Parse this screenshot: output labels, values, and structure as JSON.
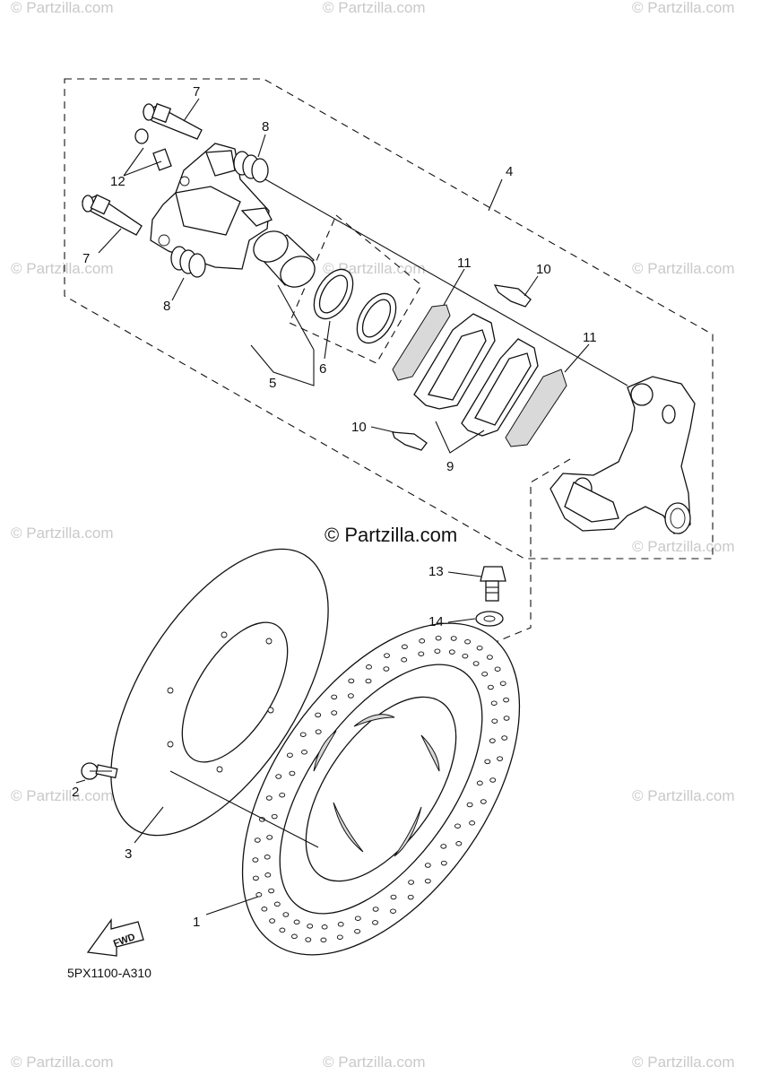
{
  "watermark_text": "© Partzilla.com",
  "brand_text": "© Partzilla.com",
  "diagram_code": "5PX1100-A310",
  "fwd_label": "FWD",
  "callouts": {
    "c1": "1",
    "c2": "2",
    "c3": "3",
    "c4": "4",
    "c5": "5",
    "c6": "6",
    "c7a": "7",
    "c7b": "7",
    "c8a": "8",
    "c8b": "8",
    "c9": "9",
    "c10a": "10",
    "c10b": "10",
    "c11a": "11",
    "c11b": "11",
    "c12": "12",
    "c13": "13",
    "c14": "14"
  }
}
